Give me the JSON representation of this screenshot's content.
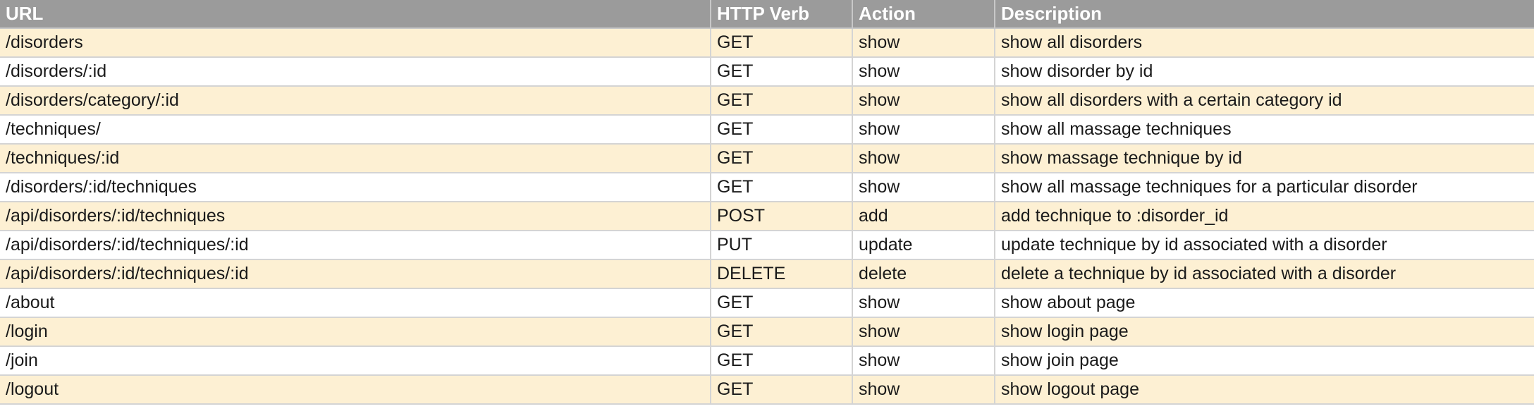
{
  "headers": {
    "url": "URL",
    "verb": "HTTP Verb",
    "action": "Action",
    "description": "Description"
  },
  "rows": [
    {
      "url": "/disorders",
      "verb": "GET",
      "action": "show",
      "description": "show all disorders"
    },
    {
      "url": "/disorders/:id",
      "verb": "GET",
      "action": "show",
      "description": "show disorder by id"
    },
    {
      "url": "/disorders/category/:id",
      "verb": "GET",
      "action": "show",
      "description": "show all disorders with a certain category id"
    },
    {
      "url": "/techniques/",
      "verb": "GET",
      "action": "show",
      "description": "show all massage techniques"
    },
    {
      "url": "/techniques/:id",
      "verb": "GET",
      "action": "show",
      "description": "show massage technique by id"
    },
    {
      "url": "/disorders/:id/techniques",
      "verb": "GET",
      "action": "show",
      "description": "show all massage techniques for a particular disorder"
    },
    {
      "url": "/api/disorders/:id/techniques",
      "verb": "POST",
      "action": "add",
      "description": "add technique to :disorder_id"
    },
    {
      "url": "/api/disorders/:id/techniques/:id",
      "verb": "PUT",
      "action": "update",
      "description": "update technique by id associated with a disorder"
    },
    {
      "url": "/api/disorders/:id/techniques/:id",
      "verb": "DELETE",
      "action": "delete",
      "description": "delete a technique by id associated with a disorder"
    },
    {
      "url": "/about",
      "verb": "GET",
      "action": "show",
      "description": "show about page"
    },
    {
      "url": "/login",
      "verb": "GET",
      "action": "show",
      "description": "show login page"
    },
    {
      "url": "/join",
      "verb": "GET",
      "action": "show",
      "description": "show join page"
    },
    {
      "url": "/logout",
      "verb": "GET",
      "action": "show",
      "description": "show logout page"
    }
  ],
  "colors": {
    "header_bg": "#9b9b9b",
    "stripe_bg": "#fdf0d3",
    "plain_bg": "#ffffff"
  }
}
